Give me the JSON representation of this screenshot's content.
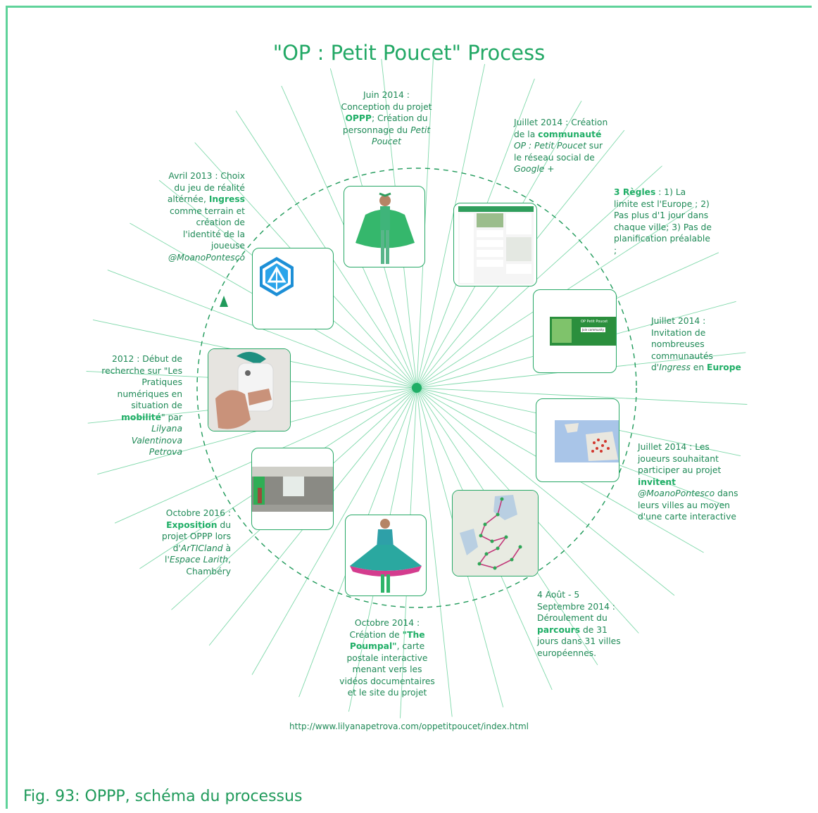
{
  "title": "\"OP : Petit Poucet\" Process",
  "colors": {
    "accent": "#1fae66",
    "text": "#1f8a57",
    "line": "#7fd8aa",
    "frame": "#5fd39a"
  },
  "milestones": [
    {
      "id": "apr2013",
      "parts": [
        {
          "t": "Avril 2013 : Choix du jeu de réalité altérnée, "
        },
        {
          "t": "Ingress",
          "s": "b"
        },
        {
          "t": " comme terrain et création de l'identité de la joueuse "
        },
        {
          "t": "@MoanoPontesco",
          "s": "i"
        }
      ]
    },
    {
      "id": "jun2014",
      "parts": [
        {
          "t": "Juin 2014 : Conception du projet "
        },
        {
          "t": "OPPP",
          "s": "b"
        },
        {
          "t": "; Création du personnage du "
        },
        {
          "t": "Petit Poucet",
          "s": "i"
        }
      ]
    },
    {
      "id": "jul2014a",
      "parts": [
        {
          "t": "Juillet 2014 : Création de la "
        },
        {
          "t": "communauté",
          "s": "b"
        },
        {
          "t": " "
        },
        {
          "t": "OP : Petit Poucet",
          "s": "i"
        },
        {
          "t": " sur le réseau social de "
        },
        {
          "t": "Google +",
          "s": "i"
        }
      ]
    },
    {
      "id": "rules",
      "parts": [
        {
          "t": "3 Règles",
          "s": "b"
        },
        {
          "t": " : 1) La limite est l'Europe ; 2) Pas plus d'1 jour dans chaque ville; 3) Pas de planification préalable ;"
        }
      ]
    },
    {
      "id": "jul2014b",
      "parts": [
        {
          "t": "Juillet 2014 : Invitation de nombreuses communautés d'"
        },
        {
          "t": "Ingress",
          "s": "i"
        },
        {
          "t": " en "
        },
        {
          "t": "Europe",
          "s": "b"
        }
      ]
    },
    {
      "id": "jul2014c",
      "parts": [
        {
          "t": "Juillet 2014 : Les joueurs souhaitant participer au projet "
        },
        {
          "t": "invitent",
          "s": "b"
        },
        {
          "t": " "
        },
        {
          "t": "@MoanoPontesco",
          "s": "i"
        },
        {
          "t": " dans leurs villes au moyen d'une carte interactive"
        }
      ]
    },
    {
      "id": "aug2014",
      "parts": [
        {
          "t": "4 Août - 5 Septembre 2014 : Déroulement du "
        },
        {
          "t": "parcours",
          "s": "b"
        },
        {
          "t": " de 31 jours dans 31 villes européennes."
        }
      ]
    },
    {
      "id": "oct2014",
      "parts": [
        {
          "t": "Octobre 2014 : Création de "
        },
        {
          "t": "\"The Poumpal\"",
          "s": "b"
        },
        {
          "t": ", carte postale interactive menant vers les vidéos documentaires et le site du projet"
        }
      ]
    },
    {
      "id": "oct2016",
      "parts": [
        {
          "t": "Octobre 2016 : "
        },
        {
          "t": "Exposition",
          "s": "b"
        },
        {
          "t": " du projet OPPP lors d'"
        },
        {
          "t": "ArTICland",
          "s": "i"
        },
        {
          "t": " à l'"
        },
        {
          "t": "Espace Larith",
          "s": "i"
        },
        {
          "t": ", Chambéry"
        }
      ]
    },
    {
      "id": "y2012",
      "parts": [
        {
          "t": "2012 : Début de recherche sur \"Les Pratiques numériques en situation de "
        },
        {
          "t": "mobilité",
          "s": "b"
        },
        {
          "t": "\" par "
        },
        {
          "t": "Lilyana Valentinova Petrova",
          "s": "i"
        }
      ]
    }
  ],
  "community_card": {
    "name": "OP Petit Poucet",
    "button": "Join community"
  },
  "url": "http://www.lilyanapetrova.com/oppetitpoucet/index.html",
  "caption": "Fig. 93: OPPP, schéma du processus"
}
